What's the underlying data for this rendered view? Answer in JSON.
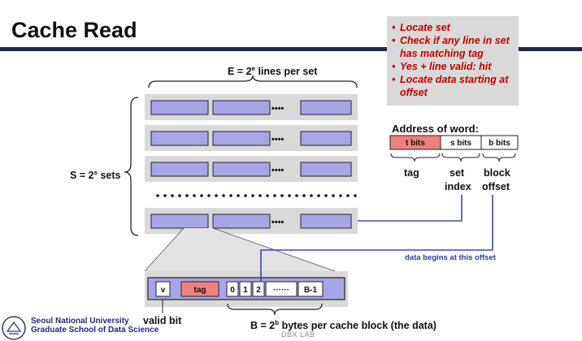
{
  "title": "Cache Read",
  "callout": {
    "items": [
      "Locate set",
      "Check if any line in set has matching tag",
      "Yes + line valid: hit",
      "Locate data starting at offset"
    ]
  },
  "labels": {
    "lines_per_set": {
      "prefix": "E = 2",
      "sup": "e",
      "suffix": " lines per set"
    },
    "sets": {
      "prefix": "S = 2",
      "sup": "s",
      "suffix": " sets"
    },
    "address_of_word": "Address of word:",
    "addr_fields": [
      "t bits",
      "s bits",
      "b bits"
    ],
    "tag": "tag",
    "set_index": [
      "set",
      "index"
    ],
    "block_offset": [
      "block",
      "offset"
    ],
    "data_begins": "data begins at this offset",
    "valid_bit": "valid bit",
    "bytes_per_block": {
      "prefix": "B = 2",
      "sup": "b",
      "suffix": " bytes per cache block (the data)"
    }
  },
  "line_detail": {
    "v": "v",
    "tag": "tag",
    "bytes": [
      "0",
      "1",
      "2",
      "······",
      "B-1"
    ]
  },
  "row_dots": "••••",
  "footer": {
    "line1": "Seoul National University",
    "line2": "Graduate School of Data Science",
    "lab": "DBX LAB"
  },
  "colors": {
    "line_fill": "#a6a6e6",
    "tag_fill": "#f08080",
    "title_rule": "#1f2a44",
    "callout_bg": "#d9d9d9",
    "callout_text": "#c00000",
    "connector": "#3b4aa8"
  }
}
